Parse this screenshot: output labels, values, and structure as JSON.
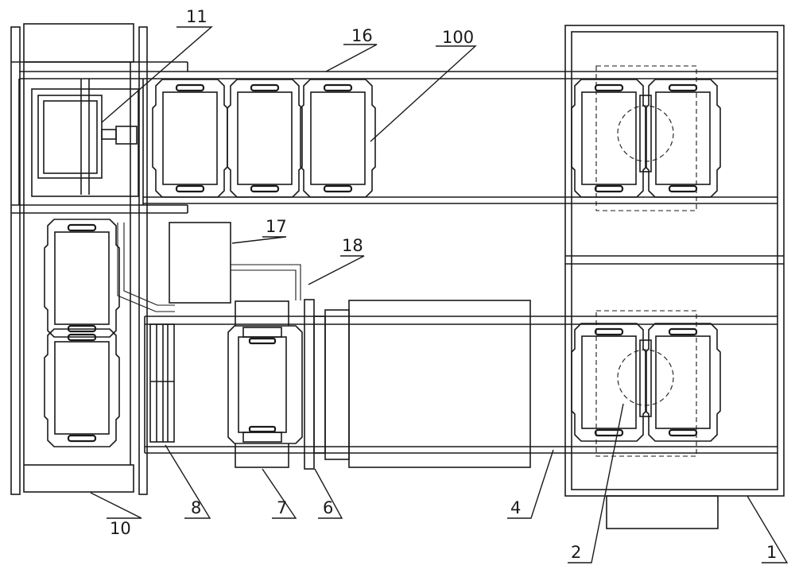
{
  "labels": {
    "l1": "1",
    "l2": "2",
    "l4": "4",
    "l6": "6",
    "l7": "7",
    "l8": "8",
    "l10": "10",
    "l11": "11",
    "l16": "16",
    "l17": "17",
    "l18": "18",
    "l100": "100"
  }
}
